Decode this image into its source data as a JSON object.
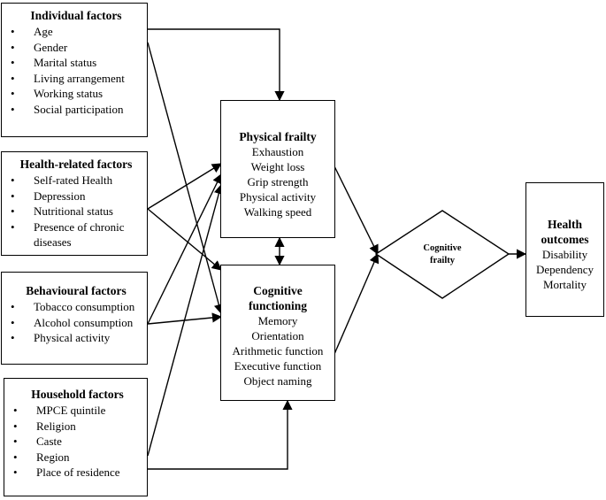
{
  "individual": {
    "title": "Individual factors",
    "items": [
      "Age",
      "Gender",
      "Marital status",
      "Living arrangement",
      "Working status",
      "Social participation"
    ]
  },
  "health_related": {
    "title": "Health-related factors",
    "items": [
      "Self-rated Health",
      "Depression",
      "Nutritional status",
      "Presence of chronic",
      "diseases"
    ]
  },
  "behavioural": {
    "title": "Behavioural factors",
    "items": [
      "Tobacco consumption",
      "Alcohol consumption",
      "Physical activity"
    ]
  },
  "household": {
    "title": "Household factors",
    "items": [
      "MPCE quintile",
      "Religion",
      "Caste",
      "Region",
      "Place of residence"
    ]
  },
  "physical_frailty": {
    "title": "Physical frailty",
    "items": [
      "Exhaustion",
      "Weight loss",
      "Grip strength",
      "Physical activity",
      "Walking speed"
    ]
  },
  "cognitive_functioning": {
    "title_line1": "Cognitive",
    "title_line2": "functioning",
    "items": [
      "Memory",
      "Orientation",
      "Arithmetic function",
      "Executive function",
      "Object naming"
    ]
  },
  "cognitive_frailty": {
    "line1": "Cognitive",
    "line2": "frailty"
  },
  "health_outcomes": {
    "title_line1": "Health",
    "title_line2": "outcomes",
    "items": [
      "Disability",
      "Dependency",
      "Mortality"
    ]
  },
  "bullet": "•"
}
